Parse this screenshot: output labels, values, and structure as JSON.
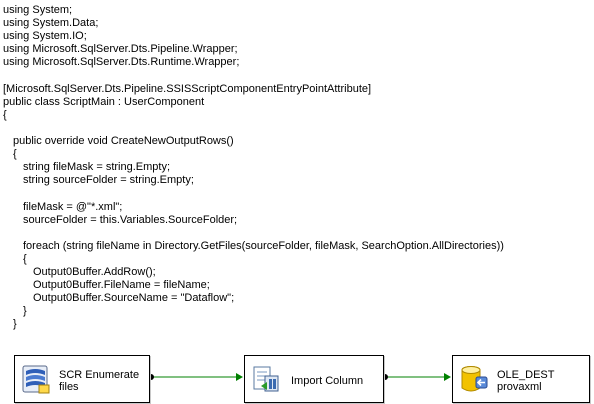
{
  "code": {
    "lines": [
      "using System;",
      "using System.Data;",
      "using System.IO;",
      "using Microsoft.SqlServer.Dts.Pipeline.Wrapper;",
      "using Microsoft.SqlServer.Dts.Runtime.Wrapper;",
      "",
      "[Microsoft.SqlServer.Dts.Pipeline.SSISScriptComponentEntryPointAttribute]",
      "public class ScriptMain : UserComponent",
      "{",
      "",
      "    public override void CreateNewOutputRows()",
      "    {",
      "        string fileMask = string.Empty;",
      "        string sourceFolder = string.Empty;",
      "",
      "        fileMask = @\"*.xml\";",
      "        sourceFolder = this.Variables.SourceFolder;",
      "",
      "        foreach (string fileName in Directory.GetFiles(sourceFolder, fileMask, SearchOption.AllDirectories))",
      "        {",
      "            Output0Buffer.AddRow();",
      "            Output0Buffer.FileName = fileName;",
      "            Output0Buffer.SourceName = \"Dataflow\";",
      "        }",
      "    }"
    ]
  },
  "dataflow": {
    "components": [
      {
        "name_line1": "SCR Enumerate",
        "name_line2": "files",
        "icon": "script-component-icon"
      },
      {
        "name_line1": "Import Column",
        "name_line2": "",
        "icon": "import-column-icon"
      },
      {
        "name_line1": "OLE_DEST",
        "name_line2": "provaxml",
        "icon": "ole-db-destination-icon"
      }
    ],
    "connector_color": "#008000"
  }
}
